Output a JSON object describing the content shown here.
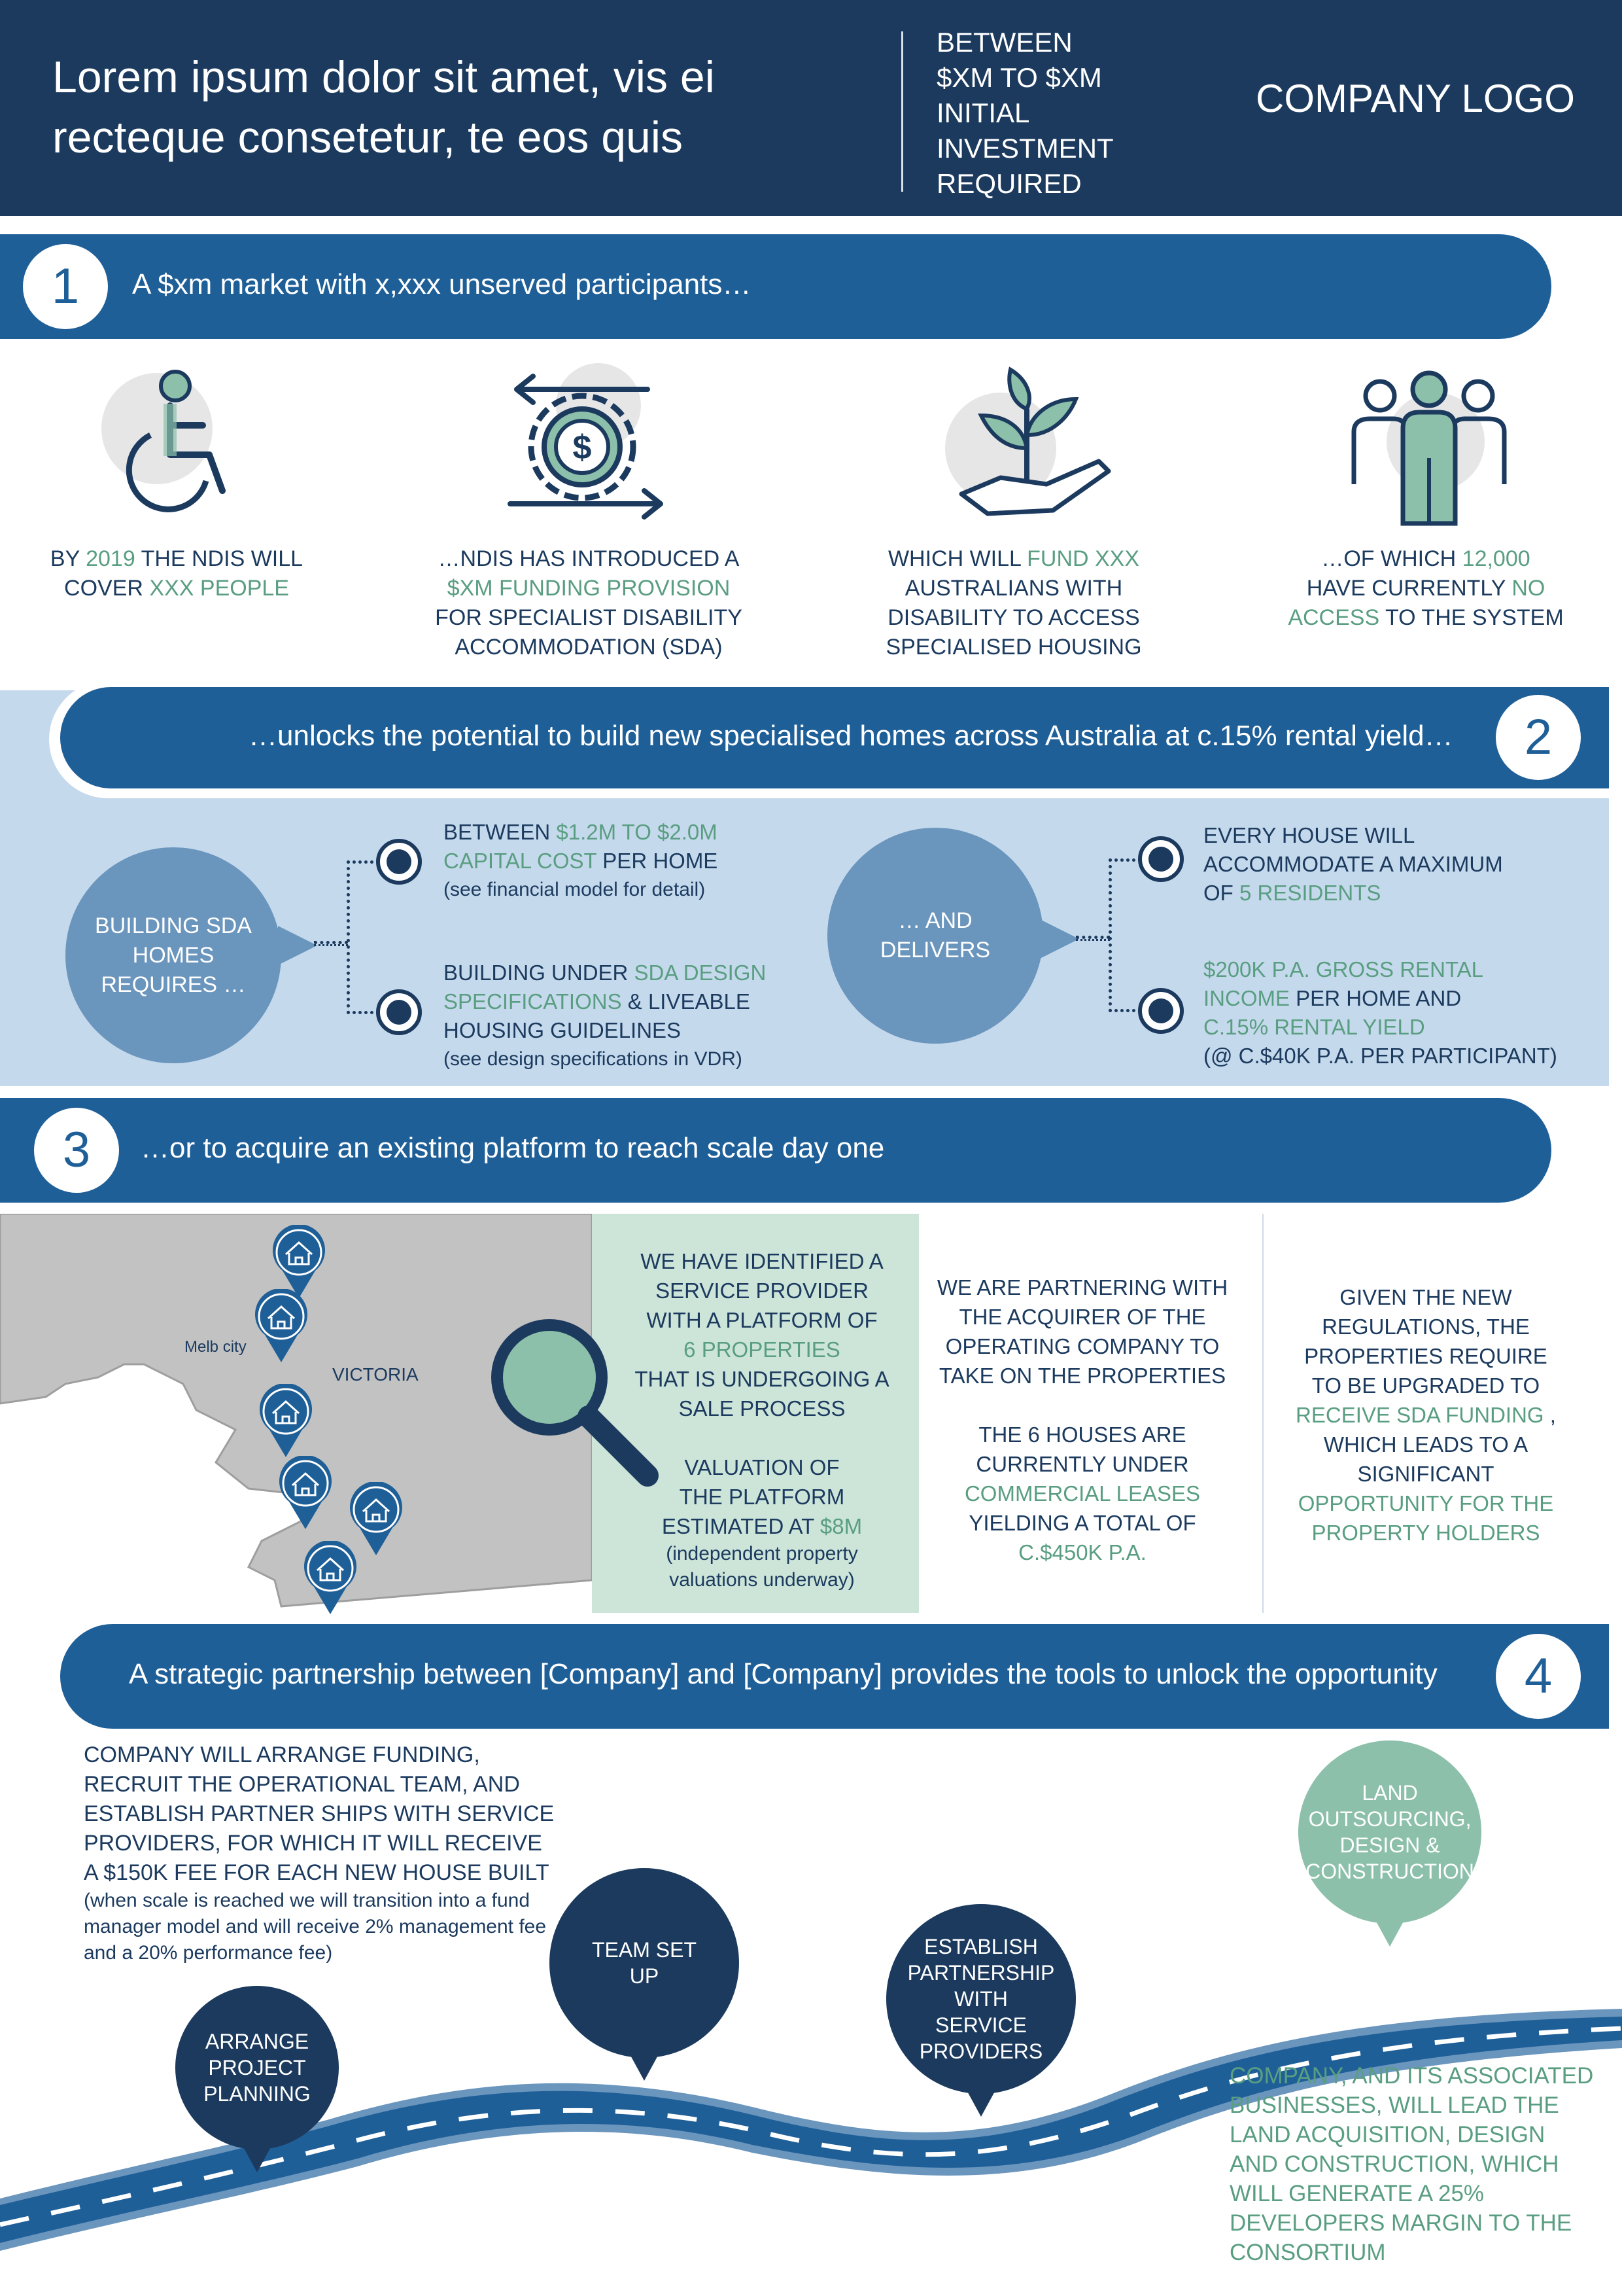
{
  "header": {
    "title": "Lorem ipsum dolor sit amet, vis ei recteque consetetur, te eos quis",
    "investment_lines": [
      "BETWEEN",
      "$XM TO $XM",
      "INITIAL",
      "INVESTMENT",
      "REQUIRED"
    ],
    "logo": "COMPANY LOGO"
  },
  "section1": {
    "number": "1",
    "heading": "A $xm market with x,xxx unserved participants…",
    "stats": [
      {
        "icon": "wheelchair-icon",
        "parts": [
          [
            "BY ",
            "n"
          ],
          [
            "2019",
            "g"
          ],
          [
            " THE NDIS WILL",
            "n"
          ],
          [
            "\n",
            "n"
          ],
          [
            "COVER ",
            "n"
          ],
          [
            "XXX PEOPLE",
            "g"
          ]
        ]
      },
      {
        "icon": "dollar-gear-icon",
        "parts": [
          [
            "…NDIS HAS INTRODUCED A",
            "n"
          ],
          [
            "\n",
            "n"
          ],
          [
            "$XM FUNDING PROVISION",
            "g"
          ],
          [
            "\n",
            "n"
          ],
          [
            "FOR SPECIALIST DISABILITY",
            "n"
          ],
          [
            "\n",
            "n"
          ],
          [
            "ACCOMMODATION (SDA)",
            "n"
          ]
        ]
      },
      {
        "icon": "plant-hand-icon",
        "parts": [
          [
            "WHICH WILL ",
            "n"
          ],
          [
            "FUND XXX",
            "g"
          ],
          [
            "\n",
            "n"
          ],
          [
            "AUSTRALIANS  WITH",
            "n"
          ],
          [
            "\n",
            "n"
          ],
          [
            "DISABILITY TO ACCESS",
            "n"
          ],
          [
            "\n",
            "n"
          ],
          [
            "SPECIALISED HOUSING",
            "n"
          ]
        ]
      },
      {
        "icon": "people-group-icon",
        "parts": [
          [
            "…OF WHICH ",
            "n"
          ],
          [
            "12,000",
            "g"
          ],
          [
            "\n",
            "n"
          ],
          [
            "HAVE CURRENTLY ",
            "n"
          ],
          [
            "NO",
            "g"
          ],
          [
            "\n",
            "n"
          ],
          [
            "ACCESS",
            "g"
          ],
          [
            " TO THE SYSTEM",
            "n"
          ]
        ]
      }
    ]
  },
  "section2": {
    "number": "2",
    "heading": "…unlocks the potential to build new specialised homes across Australia at c.15% rental yield…",
    "left_circle": "BUILDING SDA HOMES REQUIRES …",
    "left_items": [
      {
        "parts": [
          [
            "BETWEEN ",
            "n"
          ],
          [
            "$1.2M TO $2.0M",
            "g"
          ],
          [
            "\n",
            "n"
          ],
          [
            "CAPITAL COST",
            "g"
          ],
          [
            " PER HOME",
            "n"
          ]
        ],
        "note": "(see financial model for detail)"
      },
      {
        "parts": [
          [
            "BUILDING UNDER ",
            "n"
          ],
          [
            "SDA DESIGN",
            "g"
          ],
          [
            "\n",
            "n"
          ],
          [
            "SPECIFICATIONS",
            "g"
          ],
          [
            " & LIVEABLE",
            "n"
          ],
          [
            "\n",
            "n"
          ],
          [
            "HOUSING GUIDELINES",
            "n"
          ]
        ],
        "note": "(see design specifications in VDR)"
      }
    ],
    "right_circle": "… AND DELIVERS",
    "right_items": [
      {
        "parts": [
          [
            "EVERY HOUSE WILL",
            "n"
          ],
          [
            "\n",
            "n"
          ],
          [
            "ACCOMMODATE A MAXIMUM",
            "n"
          ],
          [
            "\n",
            "n"
          ],
          [
            "OF ",
            "n"
          ],
          [
            "5 RESIDENTS",
            "g"
          ]
        ],
        "note": ""
      },
      {
        "parts": [
          [
            "$200K P.A. GROSS RENTAL",
            "g"
          ],
          [
            "\n",
            "n"
          ],
          [
            "INCOME",
            "g"
          ],
          [
            " PER HOME AND",
            "n"
          ],
          [
            "\n",
            "n"
          ],
          [
            "C.15% RENTAL YIELD",
            "g"
          ],
          [
            "\n",
            "n"
          ],
          [
            "(@ C.$40K P.A. PER PARTICIPANT)",
            "n"
          ]
        ],
        "note": ""
      }
    ]
  },
  "section3": {
    "number": "3",
    "heading": "…or to acquire an existing platform to reach scale day one",
    "map_labels": {
      "city": "Melb city",
      "state": "VICTORIA"
    },
    "panel1": {
      "parts": [
        [
          "WE HAVE IDENTIFIED A",
          "n"
        ],
        [
          "\n",
          "n"
        ],
        [
          "SERVICE PROVIDER",
          "n"
        ],
        [
          "\n",
          "n"
        ],
        [
          "WITH  A PLATFORM OF",
          "n"
        ],
        [
          "\n",
          "n"
        ],
        [
          "6 PROPERTIES",
          "g"
        ],
        [
          "\n",
          "n"
        ],
        [
          "THAT IS UNDERGOING A",
          "n"
        ],
        [
          "\n",
          "n"
        ],
        [
          "SALE PROCESS",
          "n"
        ]
      ],
      "parts2": [
        [
          "VALUATION OF",
          "n"
        ],
        [
          "\n",
          "n"
        ],
        [
          "THE PLATFORM",
          "n"
        ],
        [
          "\n",
          "n"
        ],
        [
          "ESTIMATED AT ",
          "n"
        ],
        [
          "$8M",
          "g"
        ]
      ],
      "note": "(independent property valuations underway)"
    },
    "panel2": {
      "parts": [
        [
          "WE ARE PARTNERING WITH",
          "n"
        ],
        [
          "\n",
          "n"
        ],
        [
          "THE ACQUIRER OF THE",
          "n"
        ],
        [
          "\n",
          "n"
        ],
        [
          "OPERATING COMPANY TO",
          "n"
        ],
        [
          "\n",
          "n"
        ],
        [
          "TAKE ON THE PROPERTIES",
          "n"
        ]
      ],
      "parts2": [
        [
          "THE 6 HOUSES ARE",
          "n"
        ],
        [
          "\n",
          "n"
        ],
        [
          "CURRENTLY UNDER",
          "n"
        ],
        [
          "\n",
          "n"
        ],
        [
          "COMMERCIAL LEASES",
          "g"
        ],
        [
          "\n",
          "n"
        ],
        [
          "YIELDING A TOTAL OF",
          "n"
        ],
        [
          "\n",
          "n"
        ],
        [
          "C.$450K  P.A.",
          "g"
        ]
      ]
    },
    "panel3": {
      "parts": [
        [
          "GIVEN THE NEW",
          "n"
        ],
        [
          "\n",
          "n"
        ],
        [
          "REGULATIONS, THE",
          "n"
        ],
        [
          "\n",
          "n"
        ],
        [
          "PROPERTIES REQUIRE",
          "n"
        ],
        [
          "\n",
          "n"
        ],
        [
          "TO BE UPGRADED TO",
          "n"
        ],
        [
          "\n",
          "n"
        ],
        [
          "RECEIVE SDA FUNDING",
          "g"
        ],
        [
          " ,",
          "n"
        ],
        [
          "\n",
          "n"
        ],
        [
          "WHICH LEADS TO A",
          "n"
        ],
        [
          "\n",
          "n"
        ],
        [
          "SIGNIFICANT",
          "n"
        ],
        [
          "\n",
          "n"
        ],
        [
          "OPPORTUNITY FOR THE",
          "g"
        ],
        [
          "\n",
          "n"
        ],
        [
          "PROPERTY HOLDERS",
          "g"
        ]
      ]
    }
  },
  "section4": {
    "number": "4",
    "heading": "A strategic partnership between [Company] and [Company] provides the tools to unlock the opportunity",
    "left_text": "COMPANY WILL ARRANGE FUNDING, RECRUIT THE OPERATIONAL TEAM, AND ESTABLISH PARTNER SHIPS WITH SERVICE PROVIDERS, FOR WHICH IT WILL RECEIVE A $150K FEE FOR EACH NEW HOUSE BUILT",
    "left_note": "(when scale is reached we will transition into a fund manager model and will receive 2% management fee and a 20% performance fee)",
    "steps": [
      "ARRANGE PROJECT PLANNING",
      "TEAM SET UP",
      "ESTABLISH PARTNERSHIP WITH SERVICE PROVIDERS",
      "LAND OUTSOURCING, DESIGN & CONSTRUCTION"
    ],
    "right_text": "COMPANY, AND ITS ASSOCIATED BUSINESSES,  WILL LEAD THE LAND ACQUISITION, DESIGN AND CONSTRUCTION, WHICH WILL GENERATE A 25% DEVELOPERS MARGIN TO THE CONSORTIUM"
  },
  "colors": {
    "navy": "#1b3a5e",
    "banner_blue": "#1f5f98",
    "green_text": "#5a9e82",
    "light_blue_bg": "#c5d9ec",
    "mint": "#cde4d9",
    "circle_blue": "#6a95bd"
  }
}
